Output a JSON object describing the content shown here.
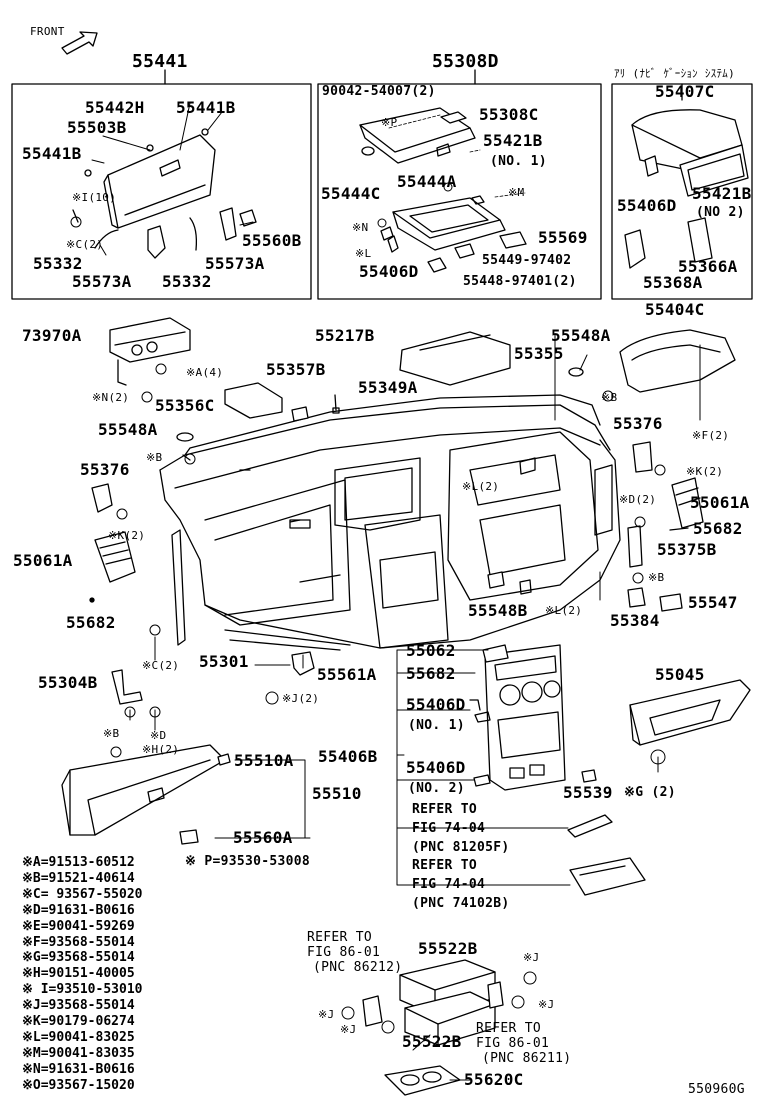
{
  "header": {
    "front": "FRONT",
    "p55441": "55441",
    "p55308D": "55308D",
    "nav_note": "ｱﾘ (ﾅﾋﾞ ｹﾞｰｼｮﾝ ｼｽﾃﾑ)"
  },
  "box_left": {
    "p55442H": "55442H",
    "p55441B_a": "55441B",
    "p55503B": "55503B",
    "p55441B_b": "55441B",
    "i10": "※I(10)",
    "c2": "※C(2)",
    "p55332_a": "55332",
    "p55573A_a": "55573A",
    "p55332_b": "55332",
    "p55573A_b": "55573A",
    "p55560B": "55560B"
  },
  "box_mid": {
    "p90042": "90042-54007(2)",
    "p55308C": "55308C",
    "p55421B": "55421B",
    "no1": "(NO. 1)",
    "p55444A": "55444A",
    "p55444C": "55444C",
    "p55569": "55569",
    "p55406D": "55406D",
    "p55449": "55449-97402",
    "p55448": "55448-97401(2)",
    "star_p": "※P",
    "star_m": "※M",
    "star_n": "※N",
    "star_l": "※L"
  },
  "box_right": {
    "p55407C": "55407C",
    "p55406D": "55406D",
    "p55421B": "55421B",
    "no2": "(NO 2)",
    "p55366A": "55366A",
    "p55368A": "55368A"
  },
  "main": {
    "p73970A": "73970A",
    "star_a4": "※A(4)",
    "star_n2": "※N(2)",
    "p55356C": "55356C",
    "p55357B": "55357B",
    "p55217B": "55217B",
    "p55349A": "55349A",
    "p55355": "55355",
    "p55548A_top": "55548A",
    "p55404C": "55404C",
    "star_b": "※B",
    "star_f2": "※F(2)",
    "p55548A": "55548A",
    "star_b2": "※B",
    "p55376_l": "55376",
    "star_k2_l": "※K(2)",
    "p55376_r": "55376",
    "star_k2_r": "※K(2)",
    "star_l2": "※L(2)",
    "star_d2": "※D(2)",
    "p55061A_r": "55061A",
    "p55682_r": "55682",
    "p55375B": "55375B",
    "star_b3": "※B",
    "p55061A_l": "55061A",
    "p55682_l": "55682",
    "star_c2": "※C(2)",
    "p55301": "55301",
    "p55561A": "55561A",
    "star_j2": "※J(2)",
    "p55548B": "55548B",
    "star_l2b": "※L(2)",
    "p55384": "55384",
    "p55547": "55547",
    "p55304B": "55304B",
    "star_b4": "※B",
    "star_d": "※D",
    "star_h2": "※H(2)",
    "p55510A": "55510A",
    "p55510": "55510",
    "p55560A": "55560A",
    "p55062": "55062",
    "p55682_c": "55682",
    "p55406D_1": "55406D",
    "no1": "(NO. 1)",
    "p55406B": "55406B",
    "p55406D_2": "55406D",
    "no2": "(NO. 2)",
    "p55539": "55539",
    "star_g2": "※G (2)",
    "p55045": "55045",
    "refer1": "REFER TO",
    "fig1": "FIG 74-04",
    "pnc1": "(PNC 81205F)",
    "refer2": "REFER TO",
    "fig2": "FIG 74-04",
    "pnc2": "(PNC 74102B)"
  },
  "legend": [
    "※A=91513-60512",
    "※B=91521-40614",
    "※C= 93567-55020",
    "※D=91631-B0616",
    "※E=90041-59269",
    "※F=93568-55014",
    "※G=93568-55014",
    "※H=90151-40005",
    "※ I=93510-53010",
    "※J=93568-55014",
    "※K=90179-06274",
    "※L=90041-83025",
    "※M=90041-83035",
    "※N=91631-B0616",
    "※O=93567-15020"
  ],
  "legend_p": "※ P=93530-53008",
  "bottom": {
    "refer_l": "REFER TO",
    "fig_l": "FIG 86-01",
    "pnc_l": "(PNC 86212)",
    "p55522B_top": "55522B",
    "star_j_top": "※J",
    "star_j_l": "※J",
    "star_j_l2": "※J",
    "star_j_r": "※J",
    "p55522B_bot": "55522B",
    "refer_r": "REFER TO",
    "fig_r": "FIG 86-01",
    "pnc_r": "(PNC 86211)",
    "p55620C": "55620C"
  },
  "footer_code": "550960G"
}
